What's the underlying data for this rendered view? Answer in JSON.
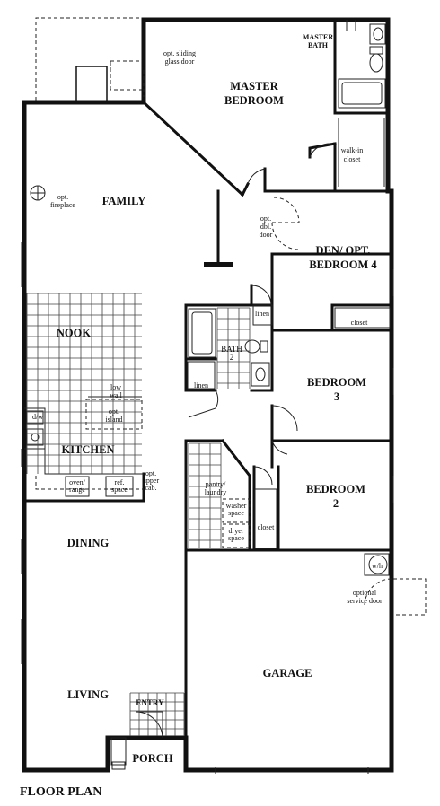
{
  "title": "FLOOR PLAN",
  "rooms": {
    "master_bedroom": [
      "MASTER",
      "BEDROOM"
    ],
    "master_bath": [
      "MASTER",
      "BATH"
    ],
    "walk_in_closet": [
      "walk-in",
      "closet"
    ],
    "family": "FAMILY",
    "den": [
      "DEN/ OPT.",
      "BEDROOM 4"
    ],
    "nook": "NOOK",
    "bath2": [
      "BATH",
      "2"
    ],
    "bedroom3": [
      "BEDROOM",
      "3"
    ],
    "kitchen": "KITCHEN",
    "bedroom2": [
      "BEDROOM",
      "2"
    ],
    "dining": "DINING",
    "garage": "GARAGE",
    "living": "LIVING",
    "entry": "ENTRY",
    "porch": "PORCH"
  },
  "labels": {
    "opt_sliding_glass_door": [
      "opt. sliding",
      "glass door"
    ],
    "opt_fireplace": [
      "opt.",
      "fireplace"
    ],
    "opt_dbl_door": [
      "opt.",
      "dbl.",
      "door"
    ],
    "linen_upper": "linen",
    "linen_lower": "linen",
    "closet_den": "closet",
    "closet_bed2": "closet",
    "low_wall": [
      "low",
      "wall"
    ],
    "opt_island": [
      "opt.",
      "island"
    ],
    "dw": "d/w",
    "oven_range": [
      "oven/",
      "range"
    ],
    "ref_space": [
      "ref.",
      "space"
    ],
    "opt_upper_cab": [
      "opt.",
      "upper",
      "cab."
    ],
    "pantry_laundry": [
      "pantry/",
      "laundry"
    ],
    "washer_space": [
      "washer",
      "space"
    ],
    "dryer_space": [
      "dryer",
      "space"
    ],
    "wh": "w/h",
    "optional_service_door": [
      "optional",
      "service door"
    ]
  }
}
